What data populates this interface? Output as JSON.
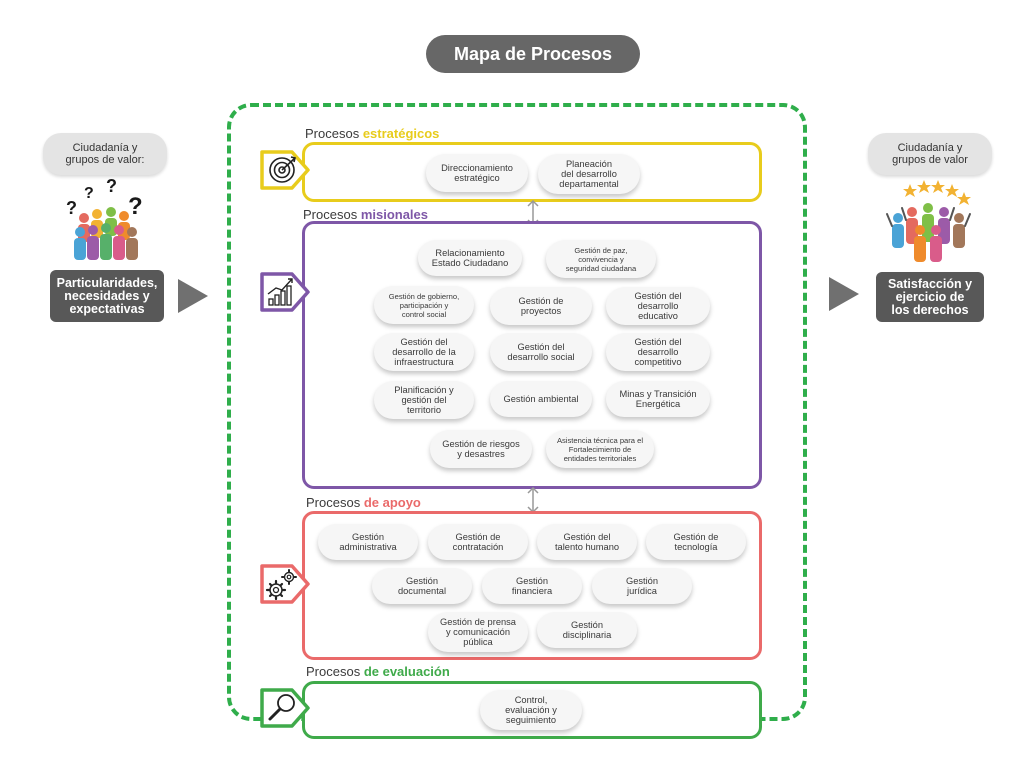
{
  "title": "Mapa de Procesos",
  "left": {
    "pill": "Ciudadanía y\ngrupos de valor:",
    "box": "Particularidades,\nnecesidades y\nexpectativas"
  },
  "right": {
    "pill": "Ciudadanía y\ngrupos de valor",
    "box": "Satisfacción y\nejercicio de\nlos derechos"
  },
  "sections": {
    "estrategicos": {
      "prefix": "Procesos ",
      "keyword": "estratégicos",
      "color": "#e8cc1c",
      "items": [
        "Direccionamiento\nestratégico",
        "Planeación\ndel desarrollo\ndepartamental"
      ]
    },
    "misionales": {
      "prefix": "Procesos ",
      "keyword": "misionales",
      "color": "#7e57a7",
      "items": [
        "Relacionamiento\nEstado Ciudadano",
        "Gestión de paz,\nconvivencia y\nseguridad ciudadana",
        "Gestión de gobierno,\nparticipación y\ncontrol social",
        "Gestión de\nproyectos",
        "Gestión del\ndesarrollo\neducativo",
        "Gestión del\ndesarrollo de la\ninfraestructura",
        "Gestión del\ndesarrollo social",
        "Gestión del\ndesarrollo\ncompetitivo",
        "Planificación y\ngestión del\nterritorio",
        "Gestión ambiental",
        "Minas y Transición\nEnergética",
        "Gestión de riesgos\ny desastres",
        "Asistencia técnica para el\nFortalecimiento de\nentidades territoriales"
      ]
    },
    "apoyo": {
      "prefix": "Procesos ",
      "keyword": "de apoyo",
      "color": "#ea6a6a",
      "items": [
        "Gestión\nadministrativa",
        "Gestión de\ncontratación",
        "Gestión del\ntalento humano",
        "Gestión de\ntecnología",
        "Gestión\ndocumental",
        "Gestión\nfinanciera",
        "Gestión\njurídica",
        "Gestión de prensa\ny comunicación\npública",
        "Gestión\ndisciplinaria"
      ]
    },
    "evaluacion": {
      "prefix": "Procesos ",
      "keyword": "de evaluación",
      "color": "#3faa4a",
      "items": [
        "Control,\nevaluación y\nseguimiento"
      ]
    }
  },
  "icons": {
    "estrategicos": "target-icon",
    "misionales": "growth-chart-icon",
    "apoyo": "gears-icon",
    "evaluacion": "magnifier-icon",
    "left": "confused-people-icon",
    "right": "happy-people-icon"
  }
}
